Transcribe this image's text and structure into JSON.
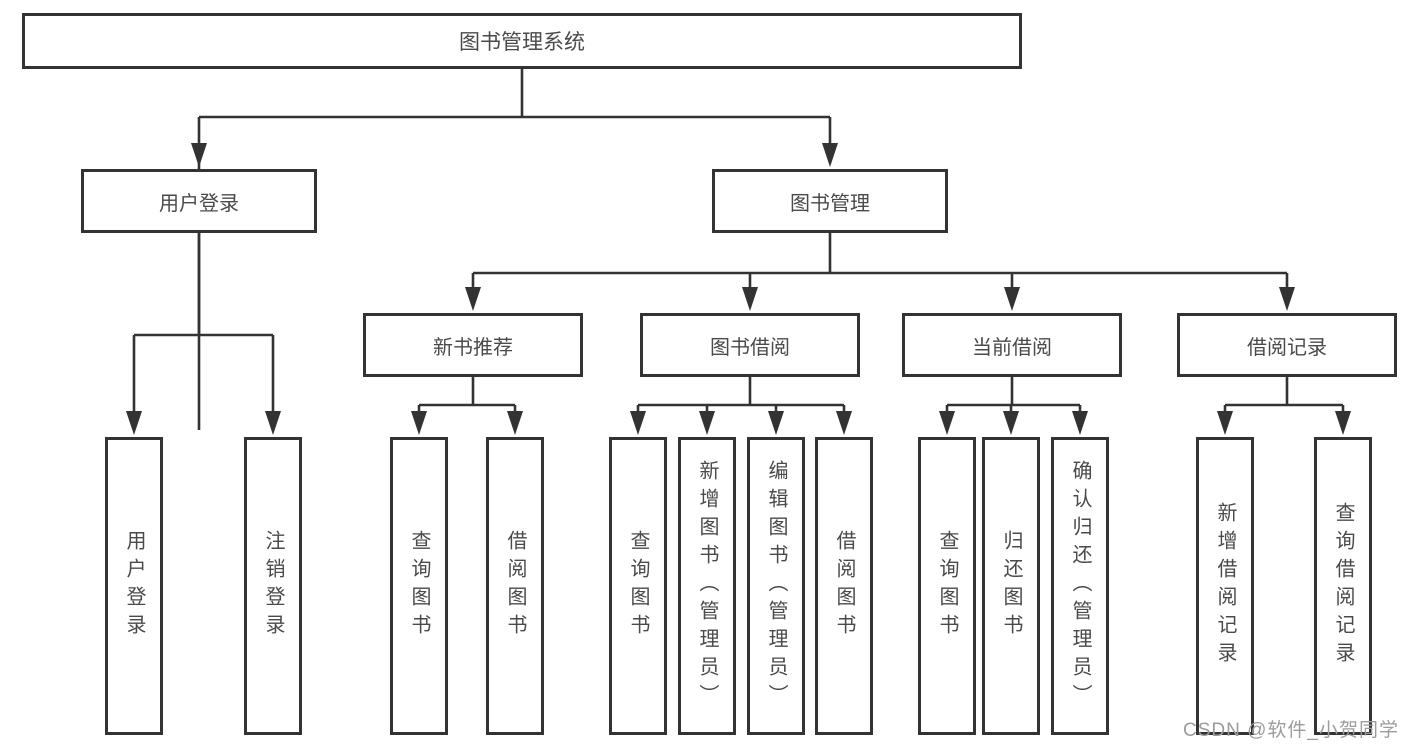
{
  "diagram_title": "图书管理系统",
  "colors": {
    "line": "#333333",
    "box_border": "#333333",
    "text": "#4a4a4a",
    "background": "#ffffff",
    "watermark": "#9c9c9c"
  },
  "tree": {
    "root": {
      "label": "图书管理系统"
    },
    "user_branch": {
      "label": "用户登录",
      "children": [
        "用户登录",
        "注销登录"
      ]
    },
    "book_branch": {
      "label": "图书管理",
      "groups": [
        {
          "label": "新书推荐",
          "children": [
            "查询图书",
            "借阅图书"
          ]
        },
        {
          "label": "图书借阅",
          "children": [
            "查询图书",
            "新增图书（管理员）",
            "编辑图书（管理员）",
            "借阅图书"
          ]
        },
        {
          "label": "当前借阅",
          "children": [
            "查询图书",
            "归还图书",
            "确认归还（管理员）"
          ]
        },
        {
          "label": "借阅记录",
          "children": [
            "新增借阅记录",
            "查询借阅记录"
          ]
        }
      ]
    }
  },
  "watermark": {
    "text": "CSDN @软件_小贺同学"
  }
}
